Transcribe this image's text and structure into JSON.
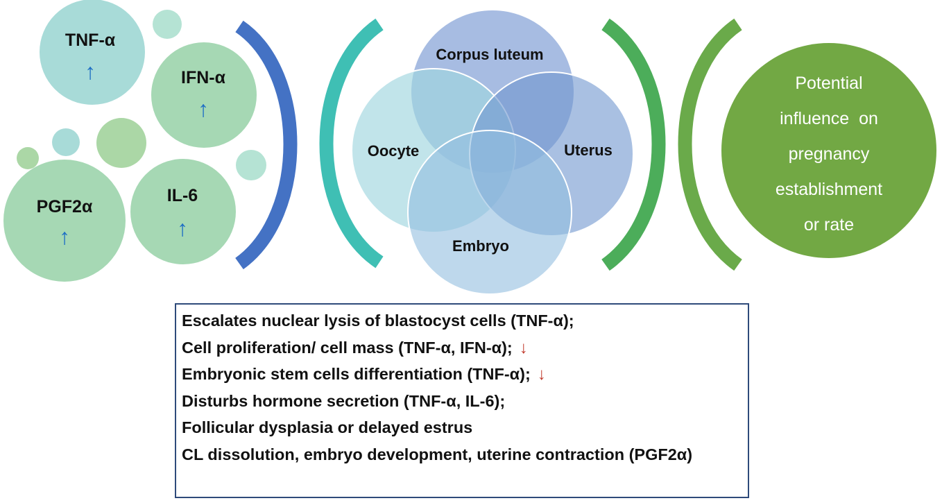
{
  "cytokines": [
    {
      "id": "tnf",
      "label": "TNF-α",
      "trend": "↑",
      "color": "#a8dbd8"
    },
    {
      "id": "ifn",
      "label": "IFN-α",
      "trend": "↑",
      "color": "#a6d8b4"
    },
    {
      "id": "pgf",
      "label": "PGF2α",
      "trend": "↑",
      "color": "#a6d8b4"
    },
    {
      "id": "il6",
      "label": "IL-6",
      "trend": "↑",
      "color": "#a6d8b4"
    }
  ],
  "venn": [
    {
      "id": "corpus",
      "label": "Corpus luteum",
      "color": "#8aa5d8"
    },
    {
      "id": "oocyte",
      "label": "Oocyte",
      "color": "#9fd6de"
    },
    {
      "id": "uterus",
      "label": "Uterus",
      "color": "#85a8d4"
    },
    {
      "id": "embryo",
      "label": "Embryo",
      "color": "#93bedf"
    }
  ],
  "outcome": {
    "lines": [
      "Potential",
      "influence  on",
      "pregnancy",
      "establishment",
      "or rate"
    ],
    "color": "#72a844"
  },
  "effects": [
    {
      "text": "Escalates nuclear lysis of blastocyst cells (TNF-α);",
      "arrow": ""
    },
    {
      "text": "Cell proliferation/ cell mass (TNF-α, IFN-α);",
      "arrow": "↓"
    },
    {
      "text": "Embryonic stem cells differentiation (TNF-α);",
      "arrow": "↓"
    },
    {
      "text": "Disturbs hormone secretion (TNF-α, IL-6);",
      "arrow": ""
    },
    {
      "text": "Follicular dysplasia or delayed estrus",
      "arrow": ""
    },
    {
      "text": "CL dissolution, embryo development, uterine contraction (PGF2α)",
      "arrow": ""
    }
  ],
  "colors": {
    "trend_up": "#1f6fc5",
    "trend_down": "#c0392b",
    "bracket_blue": "#4472c4",
    "bracket_teal": "#3fbfb4",
    "bracket_green_1": "#4cad5a",
    "bracket_green_2": "#6aaa4a"
  }
}
